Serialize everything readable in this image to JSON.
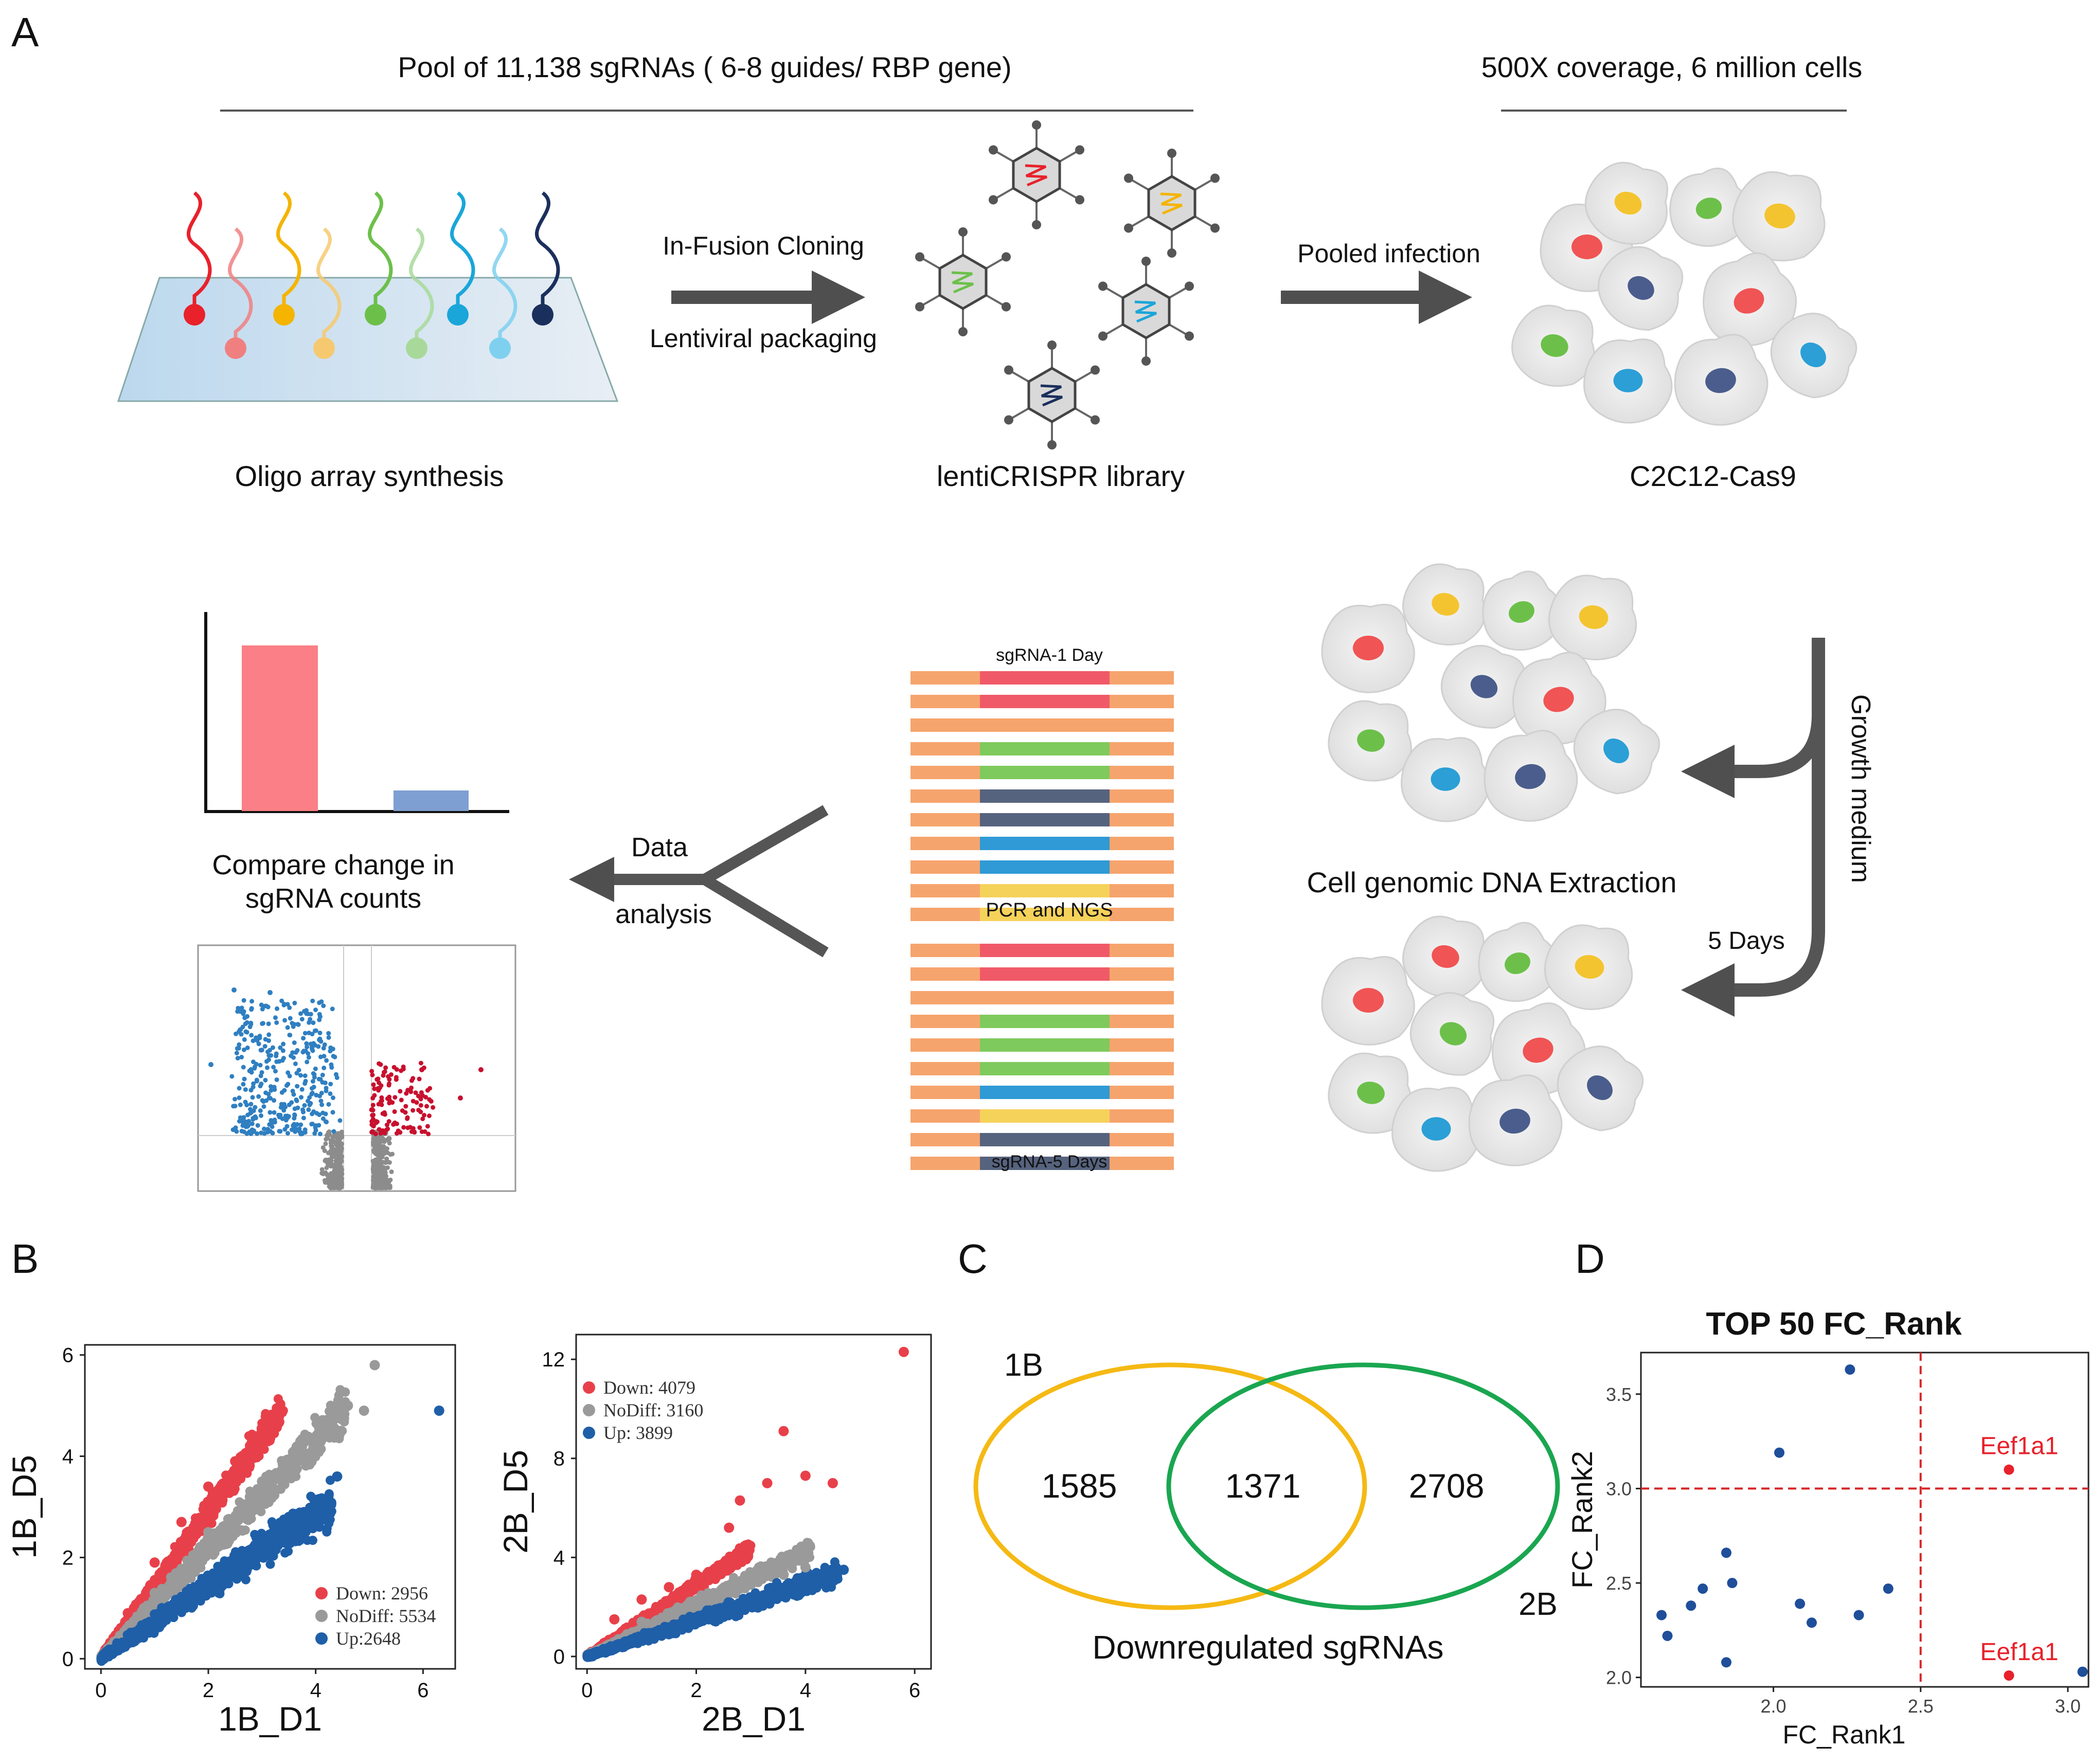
{
  "panel_labels": [
    "A",
    "B",
    "C",
    "D"
  ],
  "panelA": {
    "pool_title": "Pool of  11,138 sgRNAs ( 6-8 guides/ RBP gene)",
    "coverage_title": "500X coverage, 6 million cells",
    "oligo_label": "Oligo array synthesis",
    "cloning_label": "In-Fusion Cloning",
    "packaging_label": "Lentiviral packaging",
    "library_label": "lentiCRISPR library",
    "infection_label": "Pooled infection",
    "cells_label": "C2C12-Cas9",
    "growth_label": "Growth medium",
    "days_label": "5 Days",
    "extraction_label": "Cell genomic DNA Extraction",
    "day1_label": "sgRNA-1 Day",
    "pcr_label": "PCR and NGS",
    "day5_label": "sgRNA-5 Days",
    "data_label": "Data",
    "analysis_label": "analysis",
    "compare_line1": "Compare change in",
    "compare_line2": "sgRNA counts",
    "oligo_colors": [
      "#e8212b",
      "#f08080",
      "#f4b400",
      "#f6c970",
      "#6cc04a",
      "#a8d99a",
      "#1aa6d9",
      "#7fd0ef",
      "#1b2f5c"
    ],
    "cell_nucleus_colors": [
      "#f05454",
      "#f4c430",
      "#6cc04a",
      "#4a5d8c",
      "#2b9fd6"
    ]
  },
  "panelB": {
    "left": {
      "xlabel": "1B_D1",
      "ylabel": "1B_D5",
      "legend": [
        "Down: 2956",
        "NoDiff: 5534",
        "Up:2648"
      ]
    },
    "right": {
      "xlabel": "2B_D1",
      "ylabel": "2B_D5",
      "legend": [
        "Down: 4079",
        "NoDiff: 3160",
        "Up: 3899"
      ]
    }
  },
  "panelC": {
    "set1_label": "1B",
    "set2_label": "2B",
    "only1": "1585",
    "both": "1371",
    "only2": "2708",
    "caption": "Downregulated sgRNAs",
    "set1_color": "#f5b914",
    "set2_color": "#1aa650"
  },
  "chart_data": [
    {
      "type": "scatter",
      "title": "",
      "xlabel": "1B_D1",
      "ylabel": "1B_D5",
      "xlim": [
        -0.3,
        6.6
      ],
      "ylim": [
        -0.2,
        6.2
      ],
      "xticks": [
        0,
        2,
        4,
        6
      ],
      "yticks": [
        0,
        2,
        4,
        6
      ],
      "series": [
        {
          "name": "Down: 2956",
          "color": "#e8404a",
          "points": [
            [
              0.5,
              0.9
            ],
            [
              1.0,
              1.9
            ],
            [
              1.5,
              2.7
            ],
            [
              2.0,
              3.4
            ],
            [
              2.5,
              3.9
            ],
            [
              3.0,
              4.5
            ],
            [
              3.2,
              4.7
            ]
          ]
        },
        {
          "name": "NoDiff: 5534",
          "color": "#9a9a9a",
          "points": [
            [
              1.0,
              1.3
            ],
            [
              2.0,
              2.5
            ],
            [
              3.0,
              3.5
            ],
            [
              3.6,
              4.1
            ],
            [
              4.6,
              5.0
            ],
            [
              5.1,
              5.8
            ],
            [
              4.9,
              4.9
            ]
          ]
        },
        {
          "name": "Up:2648",
          "color": "#1f5fa8",
          "points": [
            [
              0.5,
              0.3
            ],
            [
              1.5,
              1.1
            ],
            [
              2.5,
              1.9
            ],
            [
              3.5,
              2.8
            ],
            [
              4.0,
              3.1
            ],
            [
              4.4,
              3.6
            ],
            [
              6.3,
              4.9
            ]
          ]
        }
      ]
    },
    {
      "type": "scatter",
      "title": "",
      "xlabel": "2B_D1",
      "ylabel": "2B_D5",
      "xlim": [
        -0.2,
        6.3
      ],
      "ylim": [
        -0.5,
        13
      ],
      "xticks": [
        0,
        2,
        4,
        6
      ],
      "yticks": [
        0,
        4,
        8,
        12
      ],
      "series": [
        {
          "name": "Down: 4079",
          "color": "#e8404a",
          "points": [
            [
              0.5,
              1.5
            ],
            [
              1.0,
              2.3
            ],
            [
              1.5,
              2.8
            ],
            [
              2.0,
              3.3
            ],
            [
              2.5,
              3.6
            ],
            [
              2.9,
              4.2
            ],
            [
              2.6,
              5.2
            ],
            [
              2.8,
              6.3
            ],
            [
              3.3,
              7.0
            ],
            [
              3.6,
              9.1
            ],
            [
              4.0,
              7.3
            ],
            [
              4.5,
              7.0
            ],
            [
              5.8,
              12.3
            ]
          ]
        },
        {
          "name": "NoDiff: 3160",
          "color": "#9a9a9a",
          "points": [
            [
              1.0,
              1.4
            ],
            [
              2.0,
              2.2
            ],
            [
              3.0,
              2.9
            ],
            [
              3.6,
              3.3
            ],
            [
              4.0,
              3.6
            ]
          ]
        },
        {
          "name": "Up: 3899",
          "color": "#1f5fa8",
          "points": [
            [
              0.5,
              0.3
            ],
            [
              1.5,
              0.9
            ],
            [
              2.5,
              1.6
            ],
            [
              3.5,
              2.4
            ],
            [
              4.2,
              3.0
            ],
            [
              4.7,
              3.5
            ]
          ]
        }
      ]
    },
    {
      "type": "scatter",
      "title": "TOP 50 FC_Rank",
      "xlabel": "FC_Rank1",
      "ylabel": "FC_Rank2",
      "xlim": [
        1.55,
        3.07
      ],
      "ylim": [
        1.95,
        3.72
      ],
      "xticks": [
        2.0,
        2.5,
        3.0
      ],
      "yticks": [
        2.0,
        2.5,
        3.0,
        3.5
      ],
      "thresholds": {
        "x": 2.5,
        "y": 3.0
      },
      "series": [
        {
          "name": "",
          "color": "#1f4e9a",
          "points": [
            [
              1.62,
              2.33
            ],
            [
              1.64,
              2.22
            ],
            [
              1.72,
              2.38
            ],
            [
              1.76,
              2.47
            ],
            [
              1.84,
              2.66
            ],
            [
              1.86,
              2.5
            ],
            [
              1.84,
              2.08
            ],
            [
              2.02,
              3.19
            ],
            [
              2.09,
              2.39
            ],
            [
              2.13,
              2.29
            ],
            [
              2.26,
              3.63
            ],
            [
              2.29,
              2.33
            ],
            [
              2.39,
              2.47
            ],
            [
              3.05,
              2.03
            ]
          ]
        },
        {
          "name": "",
          "color": "#e8212b",
          "points": [
            [
              2.8,
              3.1
            ],
            [
              2.8,
              2.01
            ]
          ]
        }
      ],
      "annotations": [
        {
          "text": "Eef1a1",
          "x": 2.8,
          "y": 3.1
        },
        {
          "text": "Eef1a1",
          "x": 2.8,
          "y": 2.01
        }
      ]
    }
  ]
}
